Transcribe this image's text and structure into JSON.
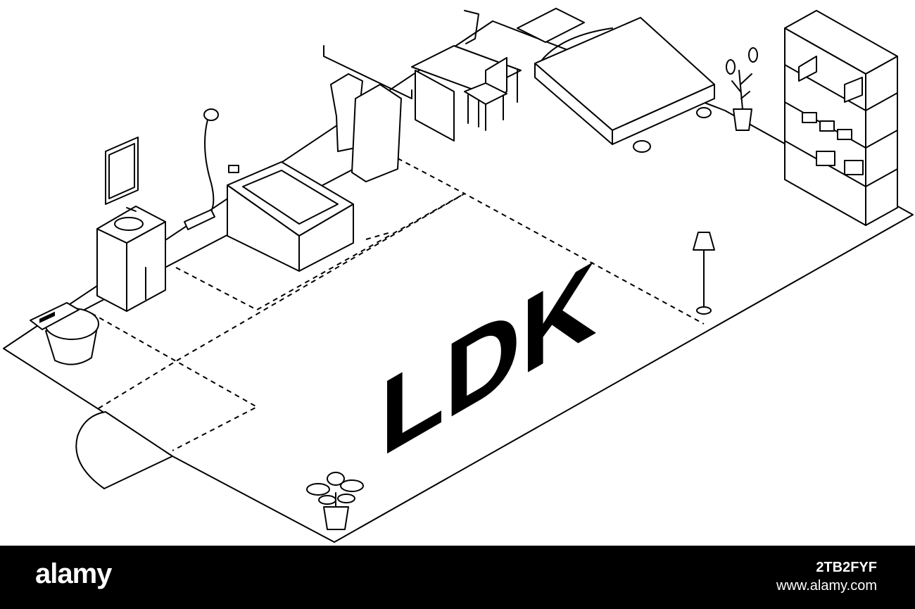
{
  "floor_plan": {
    "room_label": "LDK"
  },
  "watermark": {
    "brand": "alamy",
    "image_id": "2TB2FYF",
    "site": "www.alamy.com"
  }
}
